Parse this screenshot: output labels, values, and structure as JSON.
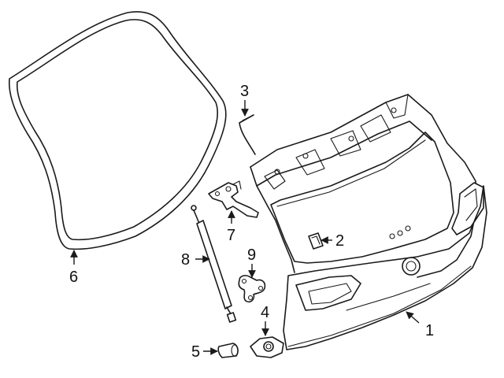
{
  "diagram": {
    "callouts": [
      {
        "id": "1",
        "label": "1"
      },
      {
        "id": "2",
        "label": "2"
      },
      {
        "id": "3",
        "label": "3"
      },
      {
        "id": "4",
        "label": "4"
      },
      {
        "id": "5",
        "label": "5"
      },
      {
        "id": "6",
        "label": "6"
      },
      {
        "id": "7",
        "label": "7"
      },
      {
        "id": "8",
        "label": "8"
      },
      {
        "id": "9",
        "label": "9"
      }
    ],
    "colors": {
      "line": "#1a1a1a",
      "background": "#ffffff"
    }
  }
}
